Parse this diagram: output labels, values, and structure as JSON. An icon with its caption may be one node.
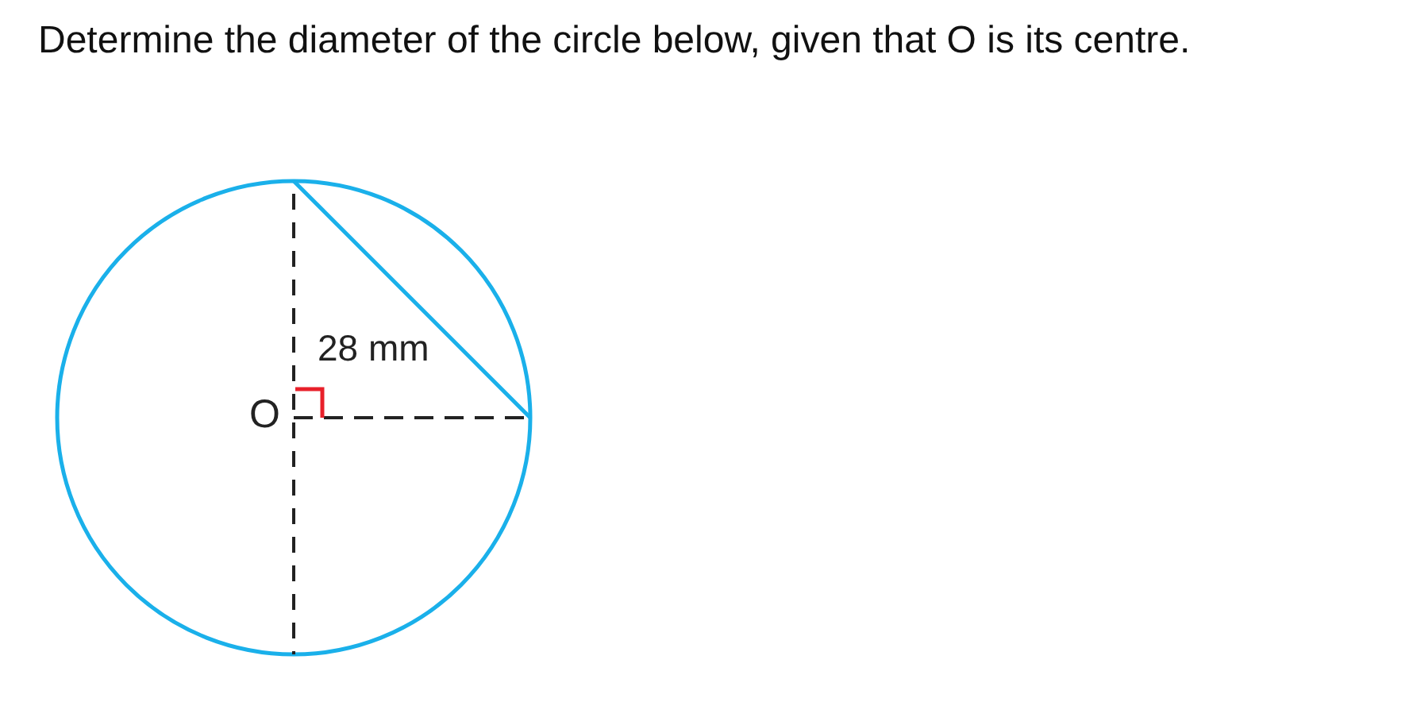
{
  "diagram": {
    "title": "Determine the diameter of the circle below, given that O is its centre.",
    "labels": [
      "28 mm",
      "O"
    ]
  }
}
